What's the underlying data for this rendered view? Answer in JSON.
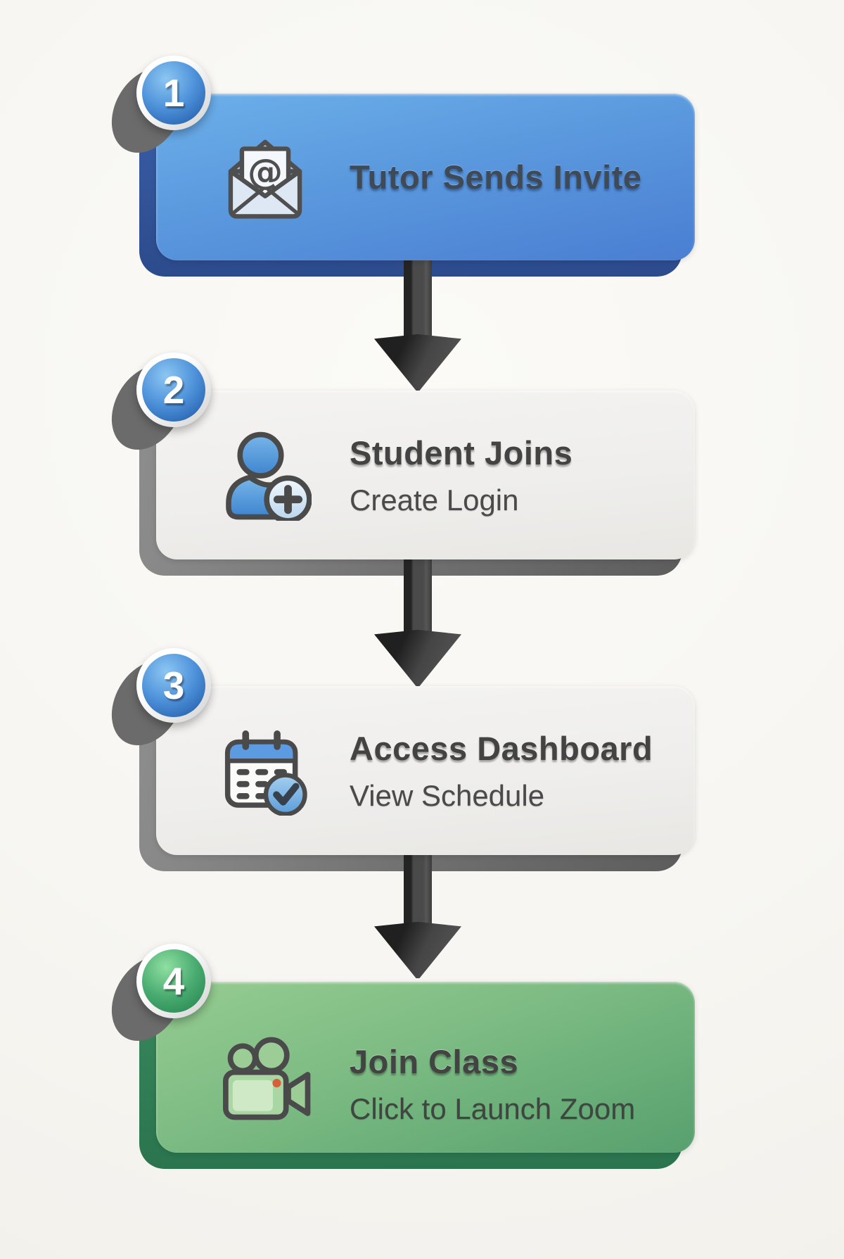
{
  "infographic": {
    "background": "#f7f6f2",
    "steps": [
      {
        "number": "1",
        "title": "Tutor Sends Invite",
        "subtitle": "",
        "icon": "email-at-icon",
        "theme": "blue"
      },
      {
        "number": "2",
        "title": "Student Joins",
        "subtitle": "Create Login",
        "icon": "person-add-icon",
        "theme": "light"
      },
      {
        "number": "3",
        "title": "Access Dashboard",
        "subtitle": "View Schedule",
        "icon": "calendar-check-icon",
        "theme": "light"
      },
      {
        "number": "4",
        "title": "Join Class",
        "subtitle": "Click to Launch Zoom",
        "icon": "video-camera-icon",
        "theme": "green"
      }
    ],
    "colors": {
      "blue_card_top": "#6cb0ea",
      "blue_card_bottom": "#4a7ed2",
      "blue_edge": "#2c4b8c",
      "light_card": "#efeeec",
      "light_edge": "#6f6f6f",
      "green_card_top": "#96cc91",
      "green_card_bottom": "#57a06e",
      "green_edge": "#2a744e",
      "badge_blue": "#4e92da",
      "badge_green": "#49ab70",
      "arrow_dark_gray": "#4a4a4a",
      "title_text": "#434343",
      "subtitle_text": "#4a4a4a",
      "icon_outline": "#4a4a4a",
      "icon_blue": "#4c94d8",
      "icon_red_dot": "#d45f38"
    }
  }
}
